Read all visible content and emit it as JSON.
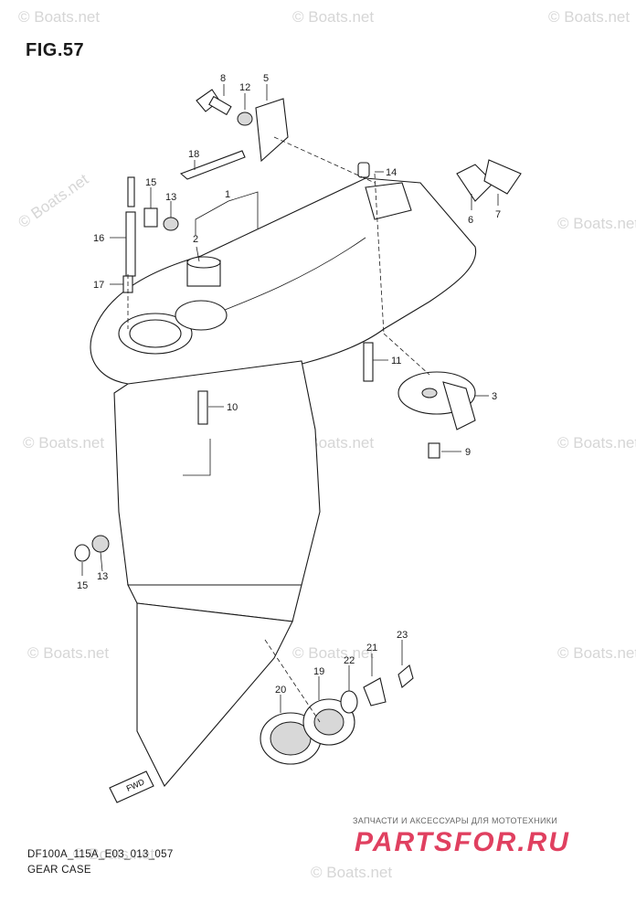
{
  "figure": {
    "title": "FIG.57",
    "model_code": "DF100A_115A_E03_013_057",
    "section_name": "GEAR CASE"
  },
  "fwd_marker": "FWD",
  "watermark": "© Boats.net",
  "branding": {
    "tagline": "ЗАПЧАСТИ И АКСЕССУАРЫ ДЛЯ МОТОТЕХНИКИ",
    "name": "PARTSFOR.RU"
  },
  "callouts": [
    "1",
    "2",
    "3",
    "5",
    "6",
    "7",
    "8",
    "9",
    "10",
    "11",
    "12",
    "13",
    "13",
    "14",
    "15",
    "15",
    "16",
    "17",
    "18",
    "19",
    "20",
    "21",
    "22",
    "23"
  ]
}
